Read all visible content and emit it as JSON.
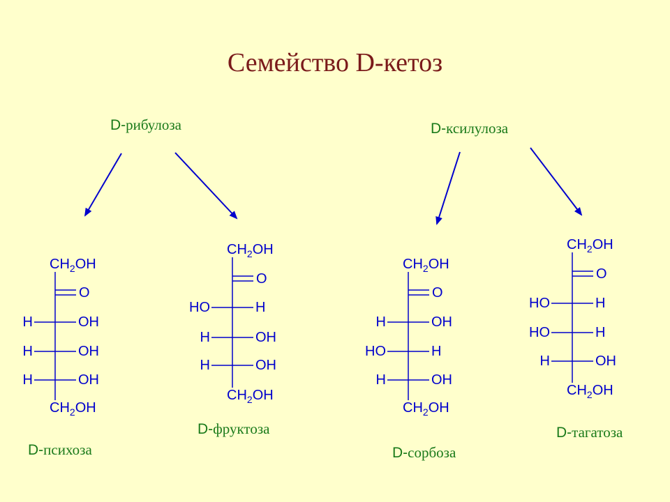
{
  "title": "Семейство D-кетоз",
  "parents": [
    {
      "prefix": "D-",
      "name": "рибулоза"
    },
    {
      "prefix": "D-",
      "name": "ксилулоза"
    }
  ],
  "sugars": [
    {
      "prefix": "D-",
      "name": "психоза",
      "top": {
        "a": "CH",
        "sub": "2",
        "b": "OH"
      },
      "carbonyl": "O",
      "rows": [
        {
          "left": "H",
          "right": "OH"
        },
        {
          "left": "H",
          "right": "OH"
        },
        {
          "left": "H",
          "right": "OH"
        }
      ],
      "bottom": {
        "a": "CH",
        "sub": "2",
        "b": "OH"
      }
    },
    {
      "prefix": "D-",
      "name": "фруктоза",
      "top": {
        "a": "CH",
        "sub": "2",
        "b": "OH"
      },
      "carbonyl": "O",
      "rows": [
        {
          "left": "HO",
          "right": "H"
        },
        {
          "left": "H",
          "right": "OH"
        },
        {
          "left": "H",
          "right": "OH"
        }
      ],
      "bottom": {
        "a": "CH",
        "sub": "2",
        "b": "OH"
      }
    },
    {
      "prefix": "D-",
      "name": "сорбоза",
      "top": {
        "a": "CH",
        "sub": "2",
        "b": "OH"
      },
      "carbonyl": "O",
      "rows": [
        {
          "left": "H",
          "right": "OH"
        },
        {
          "left": "HO",
          "right": "H"
        },
        {
          "left": "H",
          "right": "OH"
        }
      ],
      "bottom": {
        "a": "CH",
        "sub": "2",
        "b": "OH"
      }
    },
    {
      "prefix": "D-",
      "name": "тагатоза",
      "top": {
        "a": "CH",
        "sub": "2",
        "b": "OH"
      },
      "carbonyl": "O",
      "rows": [
        {
          "left": "HO",
          "right": "H"
        },
        {
          "left": "HO",
          "right": "H"
        },
        {
          "left": "H",
          "right": "OH"
        }
      ],
      "bottom": {
        "a": "CH",
        "sub": "2",
        "b": "OH"
      }
    }
  ],
  "colors": {
    "background": "#FFFFCC",
    "title": "#7A1A1A",
    "label": "#1A7A1A",
    "structure": "#0000CC"
  }
}
